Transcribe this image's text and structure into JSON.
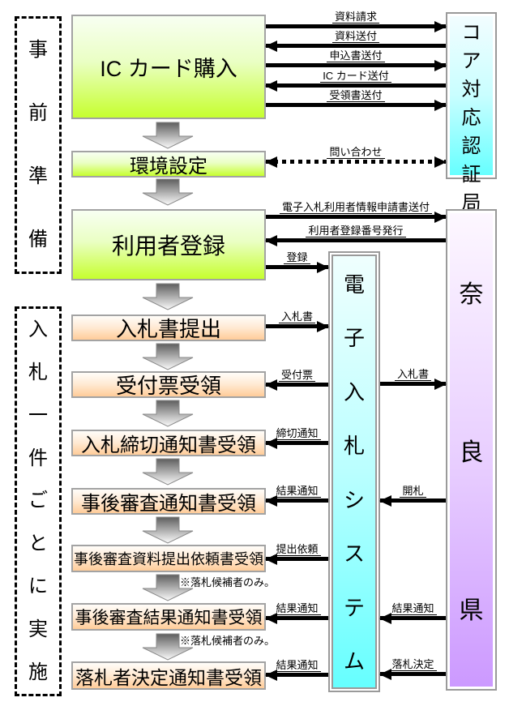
{
  "colors": {
    "green_gradient_bottom": "#c6ff2e",
    "orange_gradient_bottom": "#ffcc99",
    "cyan_gradient_bottom": "#66ffff",
    "purple_gradient_bottom": "#cc99ff",
    "box_border_gray": "#9a9a9a",
    "arrow_black": "#000000"
  },
  "rails": [
    {
      "label": "事前準備"
    },
    {
      "label": "入札一件ごとに実施"
    }
  ],
  "steps": [
    {
      "label": "IC カード購入"
    },
    {
      "label": "環境設定"
    },
    {
      "label": "利用者登録"
    },
    {
      "label": "入札書提出"
    },
    {
      "label": "受付票受領"
    },
    {
      "label": "入札締切通知書受領"
    },
    {
      "label": "事後審査通知書受領"
    },
    {
      "label": "事後審査資料提出依頼書受領",
      "note": "※落札候補者のみ。"
    },
    {
      "label": "事後審査結果通知書受領",
      "note": "※落札候補者のみ。"
    },
    {
      "label": "落札者決定通知書受領"
    }
  ],
  "entities": [
    {
      "label": "コア対応認証局"
    },
    {
      "label": "奈良県"
    },
    {
      "label": "電子入札システム"
    }
  ],
  "arrows": [
    {
      "label": "資料請求",
      "direction": "right",
      "style": "solid"
    },
    {
      "label": "資料送付",
      "direction": "left",
      "style": "solid"
    },
    {
      "label": "申込書送付",
      "direction": "right",
      "style": "solid"
    },
    {
      "label": "IC カード送付",
      "direction": "left",
      "style": "solid"
    },
    {
      "label": "受領書送付",
      "direction": "right",
      "style": "solid"
    },
    {
      "label": "問い合わせ",
      "direction": "both",
      "style": "dotted"
    },
    {
      "label": "電子入札利用者情報申請書送付",
      "direction": "right",
      "style": "solid"
    },
    {
      "label": "利用者登録番号発行",
      "direction": "left",
      "style": "solid"
    },
    {
      "label": "登録",
      "direction": "right",
      "style": "solid"
    },
    {
      "label": "入札書",
      "direction": "right",
      "style": "solid"
    },
    {
      "label": "受付票",
      "direction": "left",
      "style": "solid"
    },
    {
      "label": "入札書",
      "direction": "right",
      "style": "solid"
    },
    {
      "label": "締切通知",
      "direction": "left",
      "style": "solid"
    },
    {
      "label": "開札",
      "direction": "left",
      "style": "solid"
    },
    {
      "label": "結果通知",
      "direction": "left",
      "style": "solid"
    },
    {
      "label": "提出依頼",
      "direction": "left",
      "style": "solid"
    },
    {
      "label": "結果通知",
      "direction": "left",
      "style": "solid"
    },
    {
      "label": "結果通知",
      "direction": "left",
      "style": "solid"
    },
    {
      "label": "結果通知",
      "direction": "left",
      "style": "solid"
    },
    {
      "label": "落札決定",
      "direction": "left",
      "style": "solid"
    }
  ]
}
